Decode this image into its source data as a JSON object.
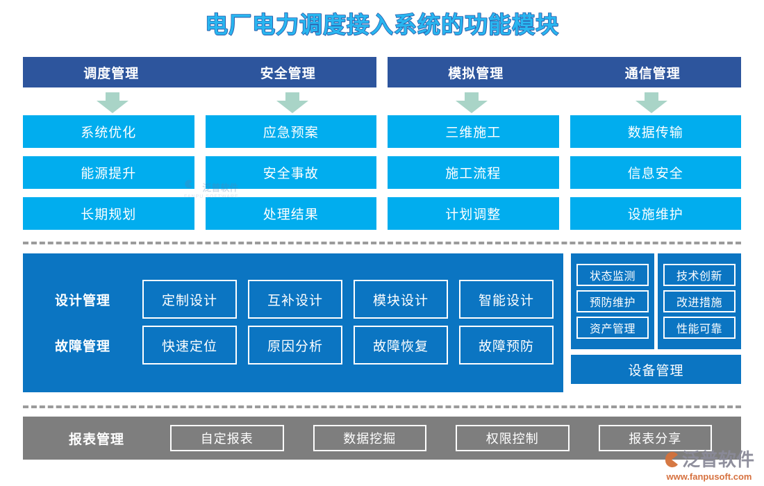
{
  "title": "电厂电力调度接入系统的功能模块",
  "headers": [
    {
      "label": "调度管理"
    },
    {
      "label": "安全管理"
    },
    {
      "label": "模拟管理"
    },
    {
      "label": "通信管理"
    }
  ],
  "columns": [
    {
      "header": "调度管理",
      "items": [
        "系统优化",
        "能源提升",
        "长期规划"
      ]
    },
    {
      "header": "安全管理",
      "items": [
        "应急预案",
        "安全事故",
        "处理结果"
      ]
    },
    {
      "header": "模拟管理",
      "items": [
        "三维施工",
        "施工流程",
        "计划调整"
      ]
    },
    {
      "header": "通信管理",
      "items": [
        "数据传输",
        "信息安全",
        "设施维护"
      ]
    }
  ],
  "middle": {
    "rows": [
      {
        "label": "设计管理",
        "items": [
          "定制设计",
          "互补设计",
          "模块设计",
          "智能设计"
        ]
      },
      {
        "label": "故障管理",
        "items": [
          "快速定位",
          "原因分析",
          "故障恢复",
          "故障预防"
        ]
      }
    ],
    "right": {
      "col_left": [
        "状态监测",
        "预防维护",
        "资产管理"
      ],
      "col_right": [
        "技术创新",
        "改进措施",
        "性能可靠"
      ],
      "footer": "设备管理"
    }
  },
  "bottom": {
    "label": "报表管理",
    "items": [
      "自定报表",
      "数据挖掘",
      "权限控制",
      "报表分享"
    ]
  },
  "watermark": {
    "brand": "泛普软件",
    "brand_sub": "FANPU SOFTWARE",
    "url": "www.fanpusoft.com"
  },
  "colors": {
    "title": "#29b6f0",
    "title_stroke": "#2a5aa8",
    "header_blue": "#2d559d",
    "cyan": "#01adee",
    "panel_blue": "#0b75c2",
    "gray": "#7e7e7e",
    "arrow": "#a9d4c7"
  }
}
